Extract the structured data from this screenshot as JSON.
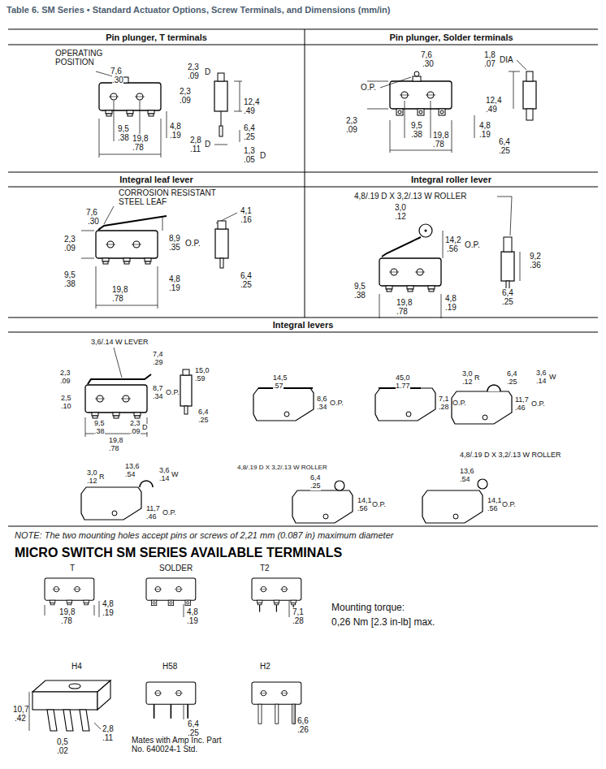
{
  "diagram": {
    "title": "Table 6. SM Series • Standard Actuator Options, Screw Terminals, and Dimensions (mm/in)",
    "nodes": [
      {
        "text": [
          "Pin plunger, T terminals"
        ]
      },
      {
        "text": [
          "Pin plunger, Solder terminals"
        ]
      },
      {
        "text": [
          "Integral leaf lever"
        ]
      },
      {
        "text": [
          "Integral roller lever"
        ]
      },
      {
        "text": [
          "Integral levers"
        ]
      }
    ],
    "labels": [
      "OPERATING POSITION",
      "7,6",
      ".30",
      "2,3",
      ".09",
      "D",
      "2,3",
      ".09",
      "12,4",
      ".49",
      "9,5",
      ".38",
      "19,8",
      ".78",
      "4,8",
      ".19",
      "2,8",
      ".11",
      "D",
      "6,4",
      ".25",
      "1,3",
      ".05",
      "D",
      "7,6",
      ".30",
      "1,8",
      ".07",
      "DIA",
      "O.P.",
      "12,4",
      ".49",
      "2,3",
      ".09",
      "9,5",
      ".38",
      "19,8",
      ".78",
      "4,8",
      ".19",
      "6,4",
      ".25",
      "CORROSION RESISTANT STEEL LEAF",
      "7,6",
      ".30",
      "4,1",
      ".16",
      "2,3",
      ".09",
      "8,9",
      ".35",
      "O.P.",
      "9,5",
      ".38",
      "4,8",
      ".19",
      "19,8",
      ".78",
      "6,4",
      ".25",
      "4,8/.19 D X 3,2/.13 W ROLLER",
      "3,0",
      ".12",
      "14,2",
      ".56",
      "O.P.",
      "9,2",
      ".36",
      "9,5",
      ".38",
      "19,8",
      ".78",
      "4,8",
      ".19",
      "6,4",
      ".25",
      "3,6/.14 W LEVER",
      "7,4",
      ".29",
      "2,3",
      ".09",
      "8,7",
      ".34",
      "O.P.",
      "15,0",
      ".59",
      "6,4",
      ".25",
      "2,5",
      ".10",
      "9,5",
      ".38",
      "2,3",
      ".09",
      "D",
      "19,8",
      ".78",
      "14,5",
      ".57",
      "8,6",
      ".34",
      "O.P.",
      "45,0",
      "1.77",
      "7,1",
      ".28",
      "O.P.",
      "3,0",
      ".12",
      "R",
      "6,4",
      ".25",
      "3,6",
      ".14",
      "W",
      "11,7",
      ".46",
      "O.P.",
      "3,0",
      ".12",
      "R",
      "13,6",
      ".54",
      "3,6",
      ".14",
      "W",
      "11,7",
      ".46",
      "O.P.",
      "4,8/.19 D X 3,2/.13 W ROLLER",
      "6,4",
      ".25",
      "14,1",
      ".56",
      "O.P.",
      "4,8/.19 D X 3,2/.13 W ROLLER",
      "13,6",
      ".54",
      "14,1",
      ".56",
      "O.P.",
      "NOTE: The two mounting holes accept pins or screws of 2,21 mm (0.087 in) maximum diameter",
      "MICRO SWITCH SM SERIES AVAILABLE TERMINALS",
      "T",
      "SOLDER",
      "T2",
      "19,8",
      ".78",
      "4,8",
      ".19",
      "4,8",
      ".19",
      "7,1",
      ".28",
      "Mounting torque:",
      "0,26 Nm [2.3 in-lb] max.",
      "H4",
      "H58",
      "H2",
      "10,7",
      ".42",
      "0,5",
      ".02",
      "2,8",
      ".11",
      "6,4",
      ".25",
      "6,6",
      ".26",
      "Mates with Amp Inc. Part No. 640024-1 Std."
    ]
  }
}
